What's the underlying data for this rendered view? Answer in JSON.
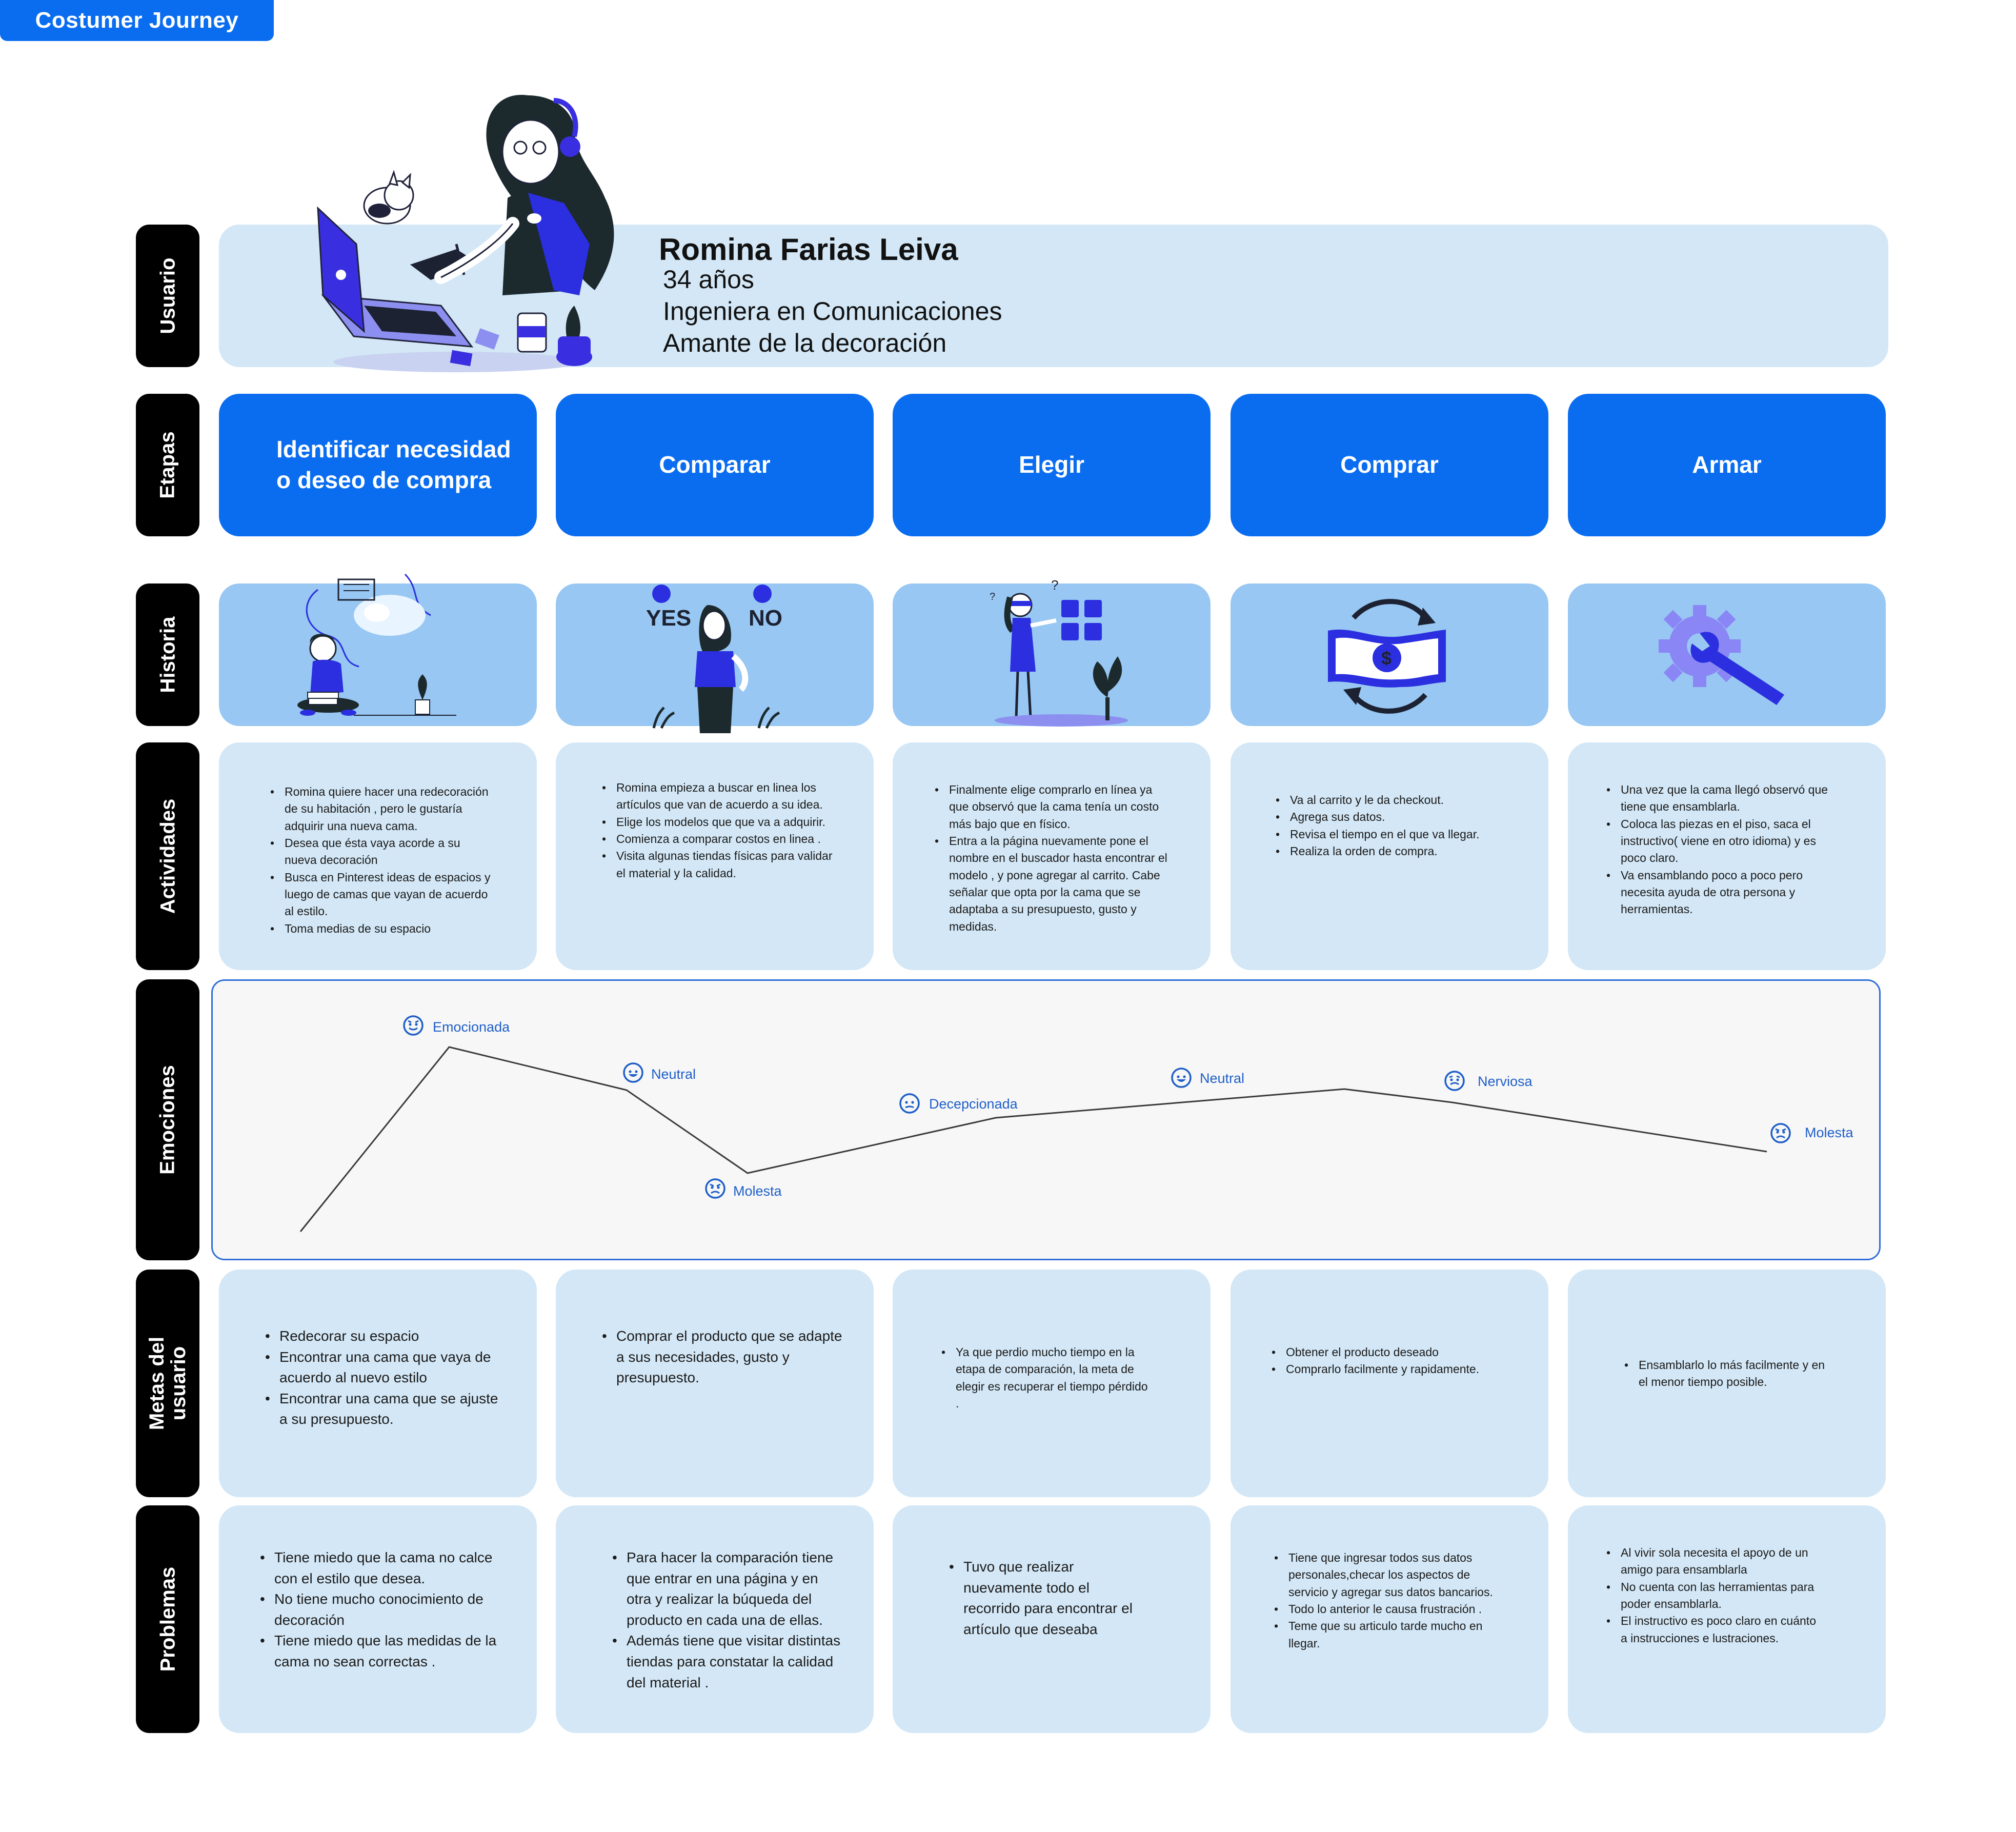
{
  "header": {
    "tag": "Costumer Journey"
  },
  "row_labels": {
    "usuario": "Usuario",
    "etapas": "Etapas",
    "historia": "Historia",
    "actividades": "Actividades",
    "emociones": "Emociones",
    "metas_1": "Metas del",
    "metas_2": "usuario",
    "problemas": "Problemas"
  },
  "user": {
    "name": "Romina Farias Leiva",
    "age": "34 años",
    "job": "Ingeniera en Comunicaciones",
    "hobby": "Amante de la decoración"
  },
  "stages": [
    {
      "line1": "Identificar necesidad",
      "line2": "o deseo de compra"
    },
    {
      "label": "Comparar"
    },
    {
      "label": "Elegir"
    },
    {
      "label": "Comprar"
    },
    {
      "label": "Armar"
    }
  ],
  "history": {
    "yes": "YES",
    "no": "NO"
  },
  "activities": [
    [
      "Romina  quiere hacer una redecoración  de su habitación , pero le gustaría adquirir una nueva cama.",
      "Desea que ésta vaya acorde a su nueva decoración",
      "Busca en  Pinterest  ideas de espacios y luego de camas que vayan de  acuerdo al estilo.",
      "Toma medias de su espacio"
    ],
    [
      "Romina  empieza a buscar en linea los artículos que van de acuerdo a su idea.",
      "Elige los modelos que que va a adquirir.",
      "Comienza a comparar costos en linea .",
      "Visita algunas tiendas físicas para validar el material y la calidad."
    ],
    [
      "Finalmente elige comprarlo  en línea ya que observó que la cama  tenía un costo más bajo que en físico.",
      "Entra  a la página  nuevamente  pone el nombre en el buscador  hasta encontrar el modelo , y pone agregar al carrito. Cabe señalar  que  opta por   la  cama que se adaptaba  a su presupuesto, gusto y medidas."
    ],
    [
      "Va al carrito  y le da checkout.",
      "Agrega sus datos.",
      "Revisa el tiempo en el que va llegar.",
      "Realiza la orden de compra."
    ],
    [
      "Una vez que la cama llegó observó que tiene  que ensamblarla.",
      "Coloca las piezas en el piso, saca el instructivo( viene  en otro idioma) y es poco claro.",
      "Va  ensamblando poco a poco pero necesita ayuda  de otra persona y herramientas."
    ]
  ],
  "emotions": {
    "labels": [
      "Emocionada",
      "Neutral",
      "Molesta",
      "Decepcionada",
      "Neutral",
      "Nerviosa",
      "Molesta"
    ],
    "moods": [
      "excited",
      "neutral",
      "angry",
      "disappointed",
      "neutral",
      "nervous",
      "angry"
    ]
  },
  "goals": [
    [
      "Redecorar su espacio",
      "Encontrar una cama que vaya de acuerdo  al nuevo estilo",
      "Encontrar una  cama que se ajuste a su presupuesto."
    ],
    [
      "Comprar el producto que se adapte a  sus necesidades, gusto y presupuesto."
    ],
    [
      "Ya  que perdio mucho tiempo  en la  etapa de comparación, la meta de elegir es recuperar el tiempo pérdido ."
    ],
    [
      "Obtener el producto deseado",
      "Comprarlo facilmente  y rapidamente."
    ],
    [
      "Ensamblarlo  lo más facilmente  y en el menor tiempo posible."
    ]
  ],
  "problems": [
    [
      "Tiene miedo que la cama  no calce con el estilo que desea.",
      "No tiene  mucho conocimiento de decoración",
      " Tiene miedo que las medidas  de la cama  no sean  correctas ."
    ],
    [
      "Para hacer la comparación tiene que entrar en una página y  en otra y realizar la búqueda del producto en  cada una de  ellas.",
      "Además tiene que visitar distintas tiendas para constatar la calidad del material ."
    ],
    [
      " Tuvo que realizar nuevamente todo el recorrido para encontrar  el artículo que deseaba"
    ],
    [
      "Tiene que ingresar todos sus datos personales,checar los aspectos de servicio y agregar sus datos bancarios.",
      "Todo lo anterior le causa  frustración .",
      "Teme que su articulo tarde mucho en llegar."
    ],
    [
      "Al vivir  sola necesita el apoyo  de un amigo  para ensamblarla",
      "No cuenta con las herramientas para poder ensamblarla.",
      "El instructivo es poco claro  en cuánto a instrucciones  e lustraciones."
    ]
  ],
  "colors": {
    "primary": "#0a6df0",
    "light_card": "#d3e7f6",
    "history_card": "#97c7f2",
    "label_bg": "#000000",
    "emotion_text": "#1f5fc8"
  }
}
